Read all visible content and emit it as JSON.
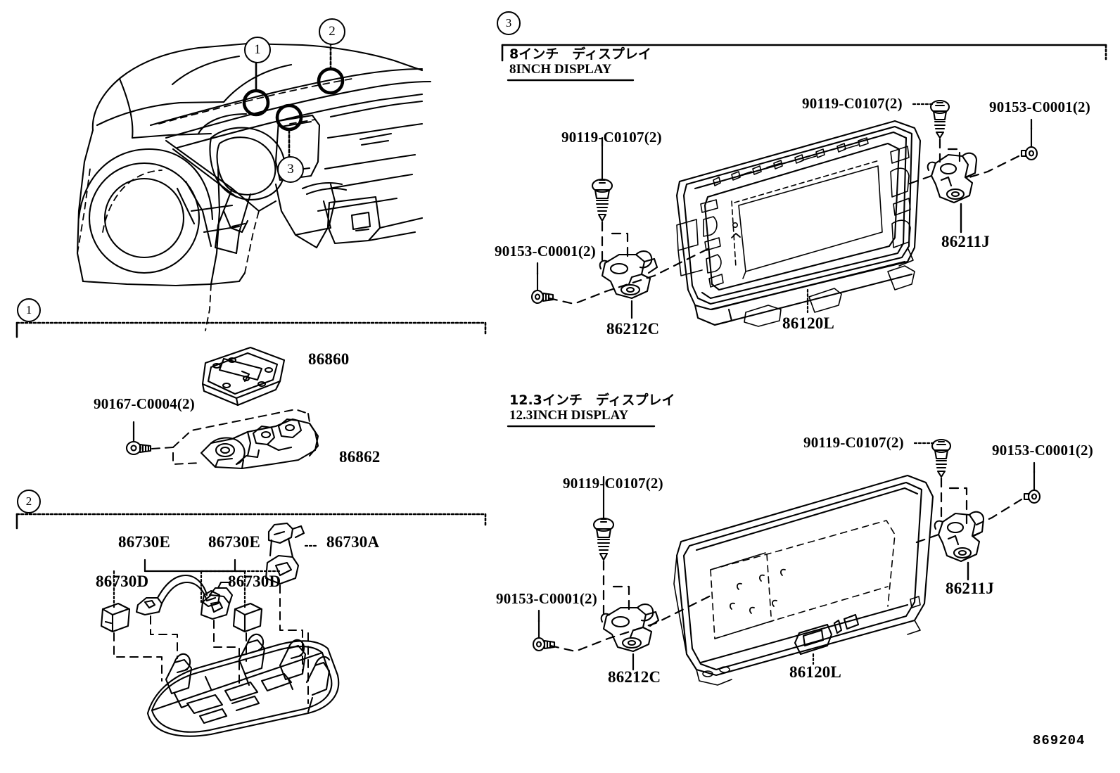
{
  "diagram": {
    "number": "869204",
    "callouts": [
      {
        "id": "1",
        "label": "1"
      },
      {
        "id": "2",
        "label": "2"
      },
      {
        "id": "3",
        "label": "3"
      }
    ]
  },
  "sections": {
    "one": {
      "marker": "1",
      "parts": [
        {
          "name": "86860",
          "kind": "part"
        },
        {
          "name": "90167-C0004(2)",
          "kind": "fastener"
        },
        {
          "name": "86862",
          "kind": "part"
        }
      ]
    },
    "two": {
      "marker": "2",
      "parts": [
        {
          "name": "86730E",
          "kind": "part"
        },
        {
          "name": "86730D",
          "kind": "part"
        },
        {
          "name": "86730E",
          "kind": "part"
        },
        {
          "name": "86730D",
          "kind": "part"
        },
        {
          "name": "86730A",
          "kind": "part"
        }
      ]
    },
    "three": {
      "marker": "3",
      "display8": {
        "title_jp": "8インチ　ディスプレイ",
        "title_en": "8INCH DISPLAY",
        "parts": [
          {
            "name": "90119-C0107(2)",
            "kind": "fastener"
          },
          {
            "name": "90119-C0107(2)",
            "kind": "fastener"
          },
          {
            "name": "90153-C0001(2)",
            "kind": "fastener"
          },
          {
            "name": "90153-C0001(2)",
            "kind": "fastener"
          },
          {
            "name": "86212C",
            "kind": "part"
          },
          {
            "name": "86120L",
            "kind": "part"
          },
          {
            "name": "86211J",
            "kind": "part"
          }
        ]
      },
      "display123": {
        "title_jp": "12.3インチ　ディスプレイ",
        "title_en": "12.3INCH DISPLAY",
        "parts": [
          {
            "name": "90119-C0107(2)",
            "kind": "fastener"
          },
          {
            "name": "90119-C0107(2)",
            "kind": "fastener"
          },
          {
            "name": "90153-C0001(2)",
            "kind": "fastener"
          },
          {
            "name": "90153-C0001(2)",
            "kind": "fastener"
          },
          {
            "name": "86212C",
            "kind": "part"
          },
          {
            "name": "86120L",
            "kind": "part"
          },
          {
            "name": "86211J",
            "kind": "part"
          }
        ]
      }
    }
  },
  "labels": {
    "l_86860": "86860",
    "l_90167": "90167-C0004(2)",
    "l_86862": "86862",
    "l_86730E_a": "86730E",
    "l_86730D_a": "86730D",
    "l_86730E_b": "86730E",
    "l_86730D_b": "86730D",
    "l_86730A": "86730A",
    "l8_90119_left": "90119-C0107(2)",
    "l8_90119_right": "90119-C0107(2)",
    "l8_90153_left": "90153-C0001(2)",
    "l8_90153_right": "90153-C0001(2)",
    "l8_86212C": "86212C",
    "l8_86120L": "86120L",
    "l8_86211J": "86211J",
    "l12_90119_left": "90119-C0107(2)",
    "l12_90119_right": "90119-C0107(2)",
    "l12_90153_left": "90153-C0001(2)",
    "l12_90153_right": "90153-C0001(2)",
    "l12_86212C": "86212C",
    "l12_86120L": "86120L",
    "l12_86211J": "86211J"
  },
  "colors": {
    "ink": "#000000",
    "paper": "#ffffff"
  }
}
